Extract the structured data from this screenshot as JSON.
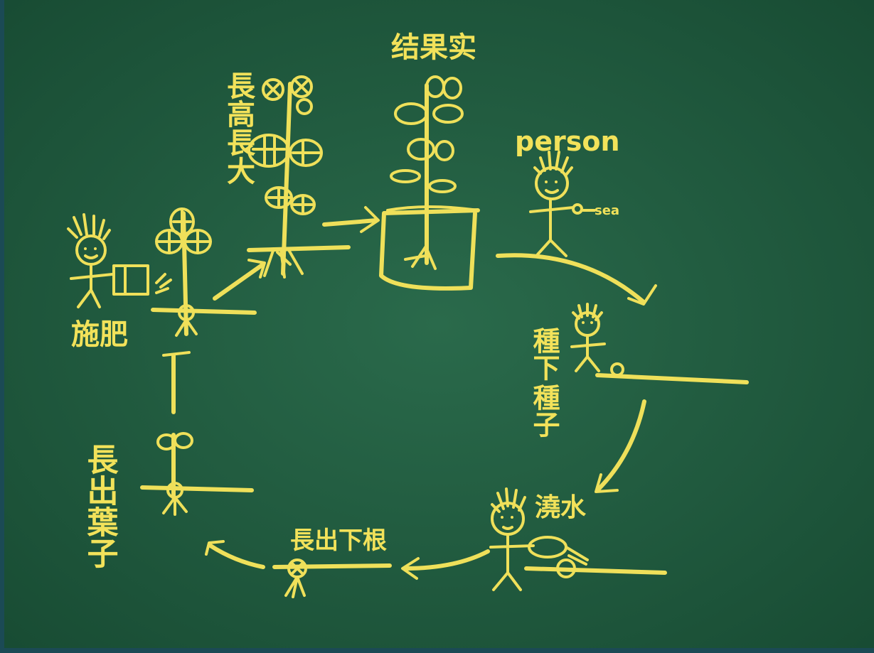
{
  "labels": {
    "fruit": "结果实",
    "grow_tall": "長高長大",
    "person": "person",
    "seed_tag": "sea",
    "plant_seed_1": "種下",
    "plant_seed_2": "種子",
    "water": "澆水",
    "root": "長出下根",
    "leaf": "長出葉子",
    "fertilize": "施肥"
  },
  "colors": {
    "board": "#1e5a3d",
    "chalk": "#efe05a",
    "frame": "#1b4a55"
  }
}
